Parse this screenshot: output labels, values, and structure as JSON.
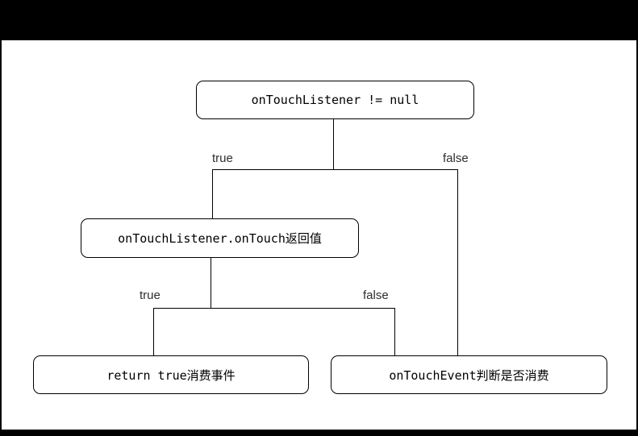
{
  "window": {
    "top_bar_color": "#000000",
    "bottom_bar_color": "#000000",
    "canvas_color": "#ffffff"
  },
  "flowchart": {
    "colors": {
      "node_border": "#000000",
      "node_fill": "#ffffff",
      "edge": "#000000",
      "branch_label_text": "#2e2e2e"
    },
    "nodes": {
      "root": {
        "label": "onTouchListener != null"
      },
      "ontouch_return": {
        "label": "onTouchListener.onTouch返回值"
      },
      "consume_event": {
        "label": "return true消费事件"
      },
      "ontouchevent_check": {
        "label": "onTouchEvent判断是否消费"
      }
    },
    "branch_labels": {
      "root_true": "true",
      "root_false": "false",
      "ontouch_true": "true",
      "ontouch_false": "false"
    }
  }
}
